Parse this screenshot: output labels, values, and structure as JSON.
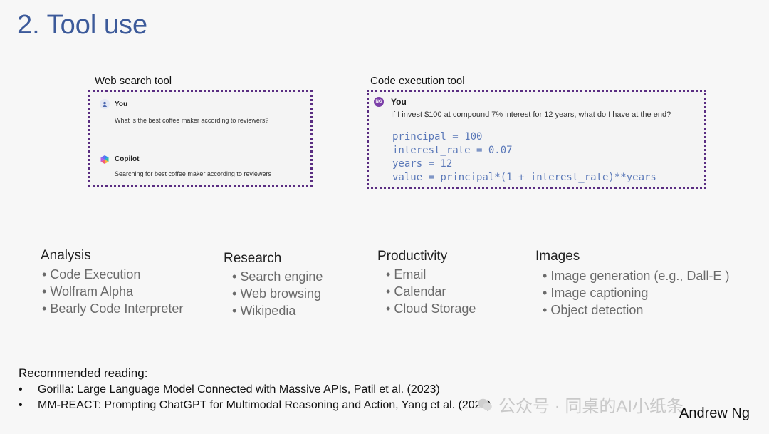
{
  "slide": {
    "title": "2. Tool use",
    "author": "Andrew Ng",
    "watermark": "公众号 · 同桌的AI小纸条"
  },
  "web_search_tool": {
    "label": "Web search tool",
    "user_name": "You",
    "user_message": "What is the best coffee maker according to reviewers?",
    "assistant_name": "Copilot",
    "assistant_message": "Searching for best coffee maker according to reviewers"
  },
  "code_execution_tool": {
    "label": "Code execution tool",
    "avatar_initials": "NG",
    "user_name": "You",
    "user_message": "If I invest $100 at compound 7% interest for 12 years, what do I have at the end?",
    "code_lines": [
      "principal = 100",
      "interest_rate = 0.07",
      "years = 12",
      "value = principal*(1 + interest_rate)**years"
    ]
  },
  "categories": [
    {
      "title": "Analysis",
      "items": [
        "Code Execution",
        "Wolfram Alpha",
        "Bearly Code Interpreter"
      ]
    },
    {
      "title": "Research",
      "items": [
        "Search engine",
        "Web browsing",
        "Wikipedia"
      ]
    },
    {
      "title": "Productivity",
      "items": [
        "Email",
        "Calendar",
        "Cloud Storage"
      ]
    },
    {
      "title": "Images",
      "items": [
        "Image generation (e.g., Dall-E )",
        "Image captioning",
        "Object detection"
      ]
    }
  ],
  "reading": {
    "title": "Recommended reading:",
    "items": [
      "Gorilla: Large Language Model Connected with Massive APIs, Patil et al. (2023)",
      "MM-REACT: Prompting ChatGPT for Multimodal Reasoning and Action, Yang et al. (2023)"
    ]
  },
  "colors": {
    "title": "#3c5a9a",
    "panel_border": "#5a2d82",
    "code": "#5a78b8",
    "avatar_ng": "#7b3fa8"
  }
}
